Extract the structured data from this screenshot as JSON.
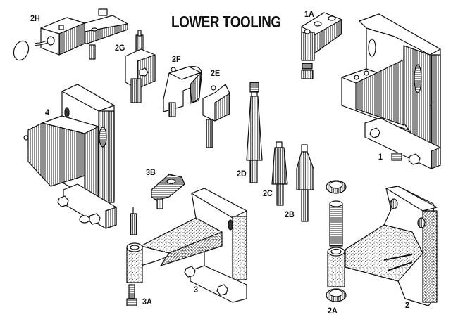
{
  "title": "LOWER TOOLING",
  "labels": {
    "p2H": "2H",
    "p2G": "2G",
    "p2F": "2F",
    "p2E": "2E",
    "p1A": "1A",
    "p1": "1",
    "p4": "4",
    "p2D": "2D",
    "p2C": "2C",
    "p2B": "2B",
    "p3B": "3B",
    "p3": "3",
    "p3A": "3A",
    "p2": "2",
    "p2A": "2A"
  },
  "colors": {
    "ink": "#111111",
    "paper": "#ffffff",
    "shade": "#555555"
  }
}
